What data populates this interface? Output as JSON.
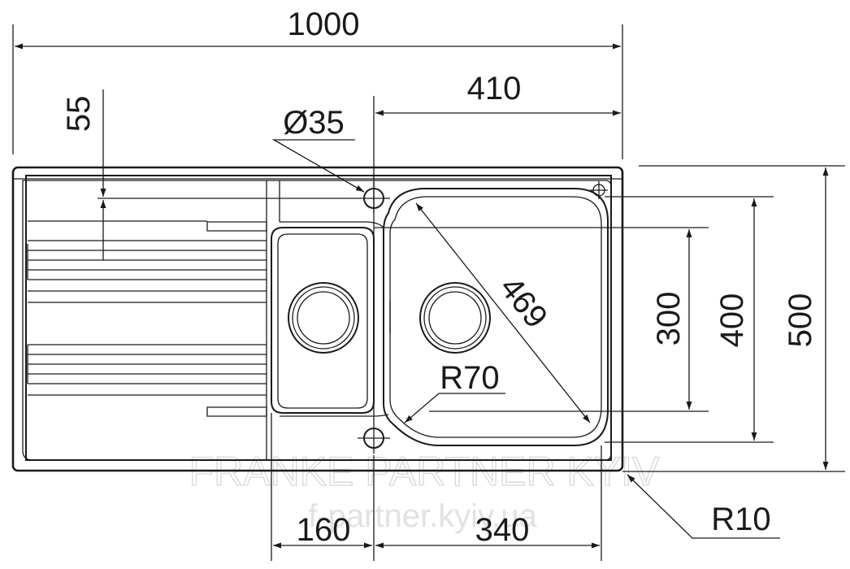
{
  "dimensions": {
    "overall_length": "1000",
    "bowl_offset": "410",
    "tap_hole": "Ø35",
    "edge_margin": "55",
    "bowl_diagonal": "469",
    "bowl_height": "300",
    "bowl_outer_height": "400",
    "overall_width": "500",
    "bowl_radius": "R70",
    "corner_radius": "R10",
    "small_bowl_width": "160",
    "large_bowl_width": "340"
  },
  "watermark": {
    "brand": "FRANKE PARTNER KYIV",
    "site": "f-partner.kyiv.ua"
  }
}
